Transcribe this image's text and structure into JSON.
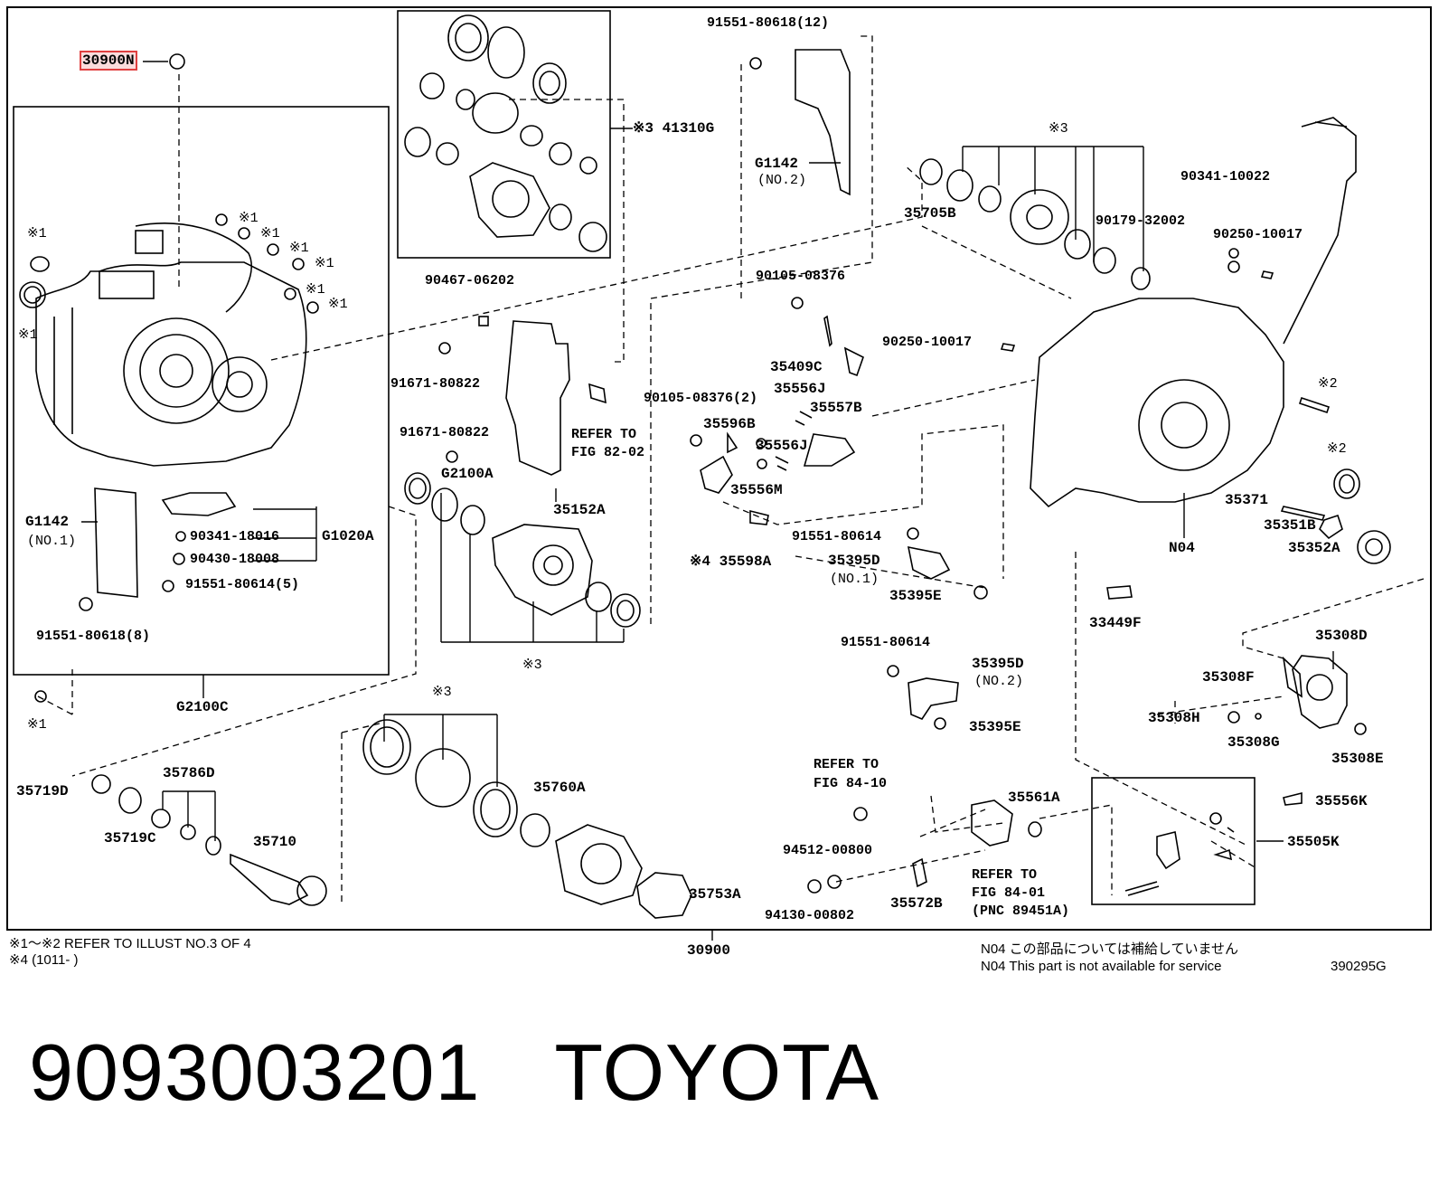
{
  "labels": {
    "l_30900N": "30900N",
    "l_41310G": "※3 41310G",
    "l_91551_80618_12": "91551-80618(12)",
    "l_G1142_top": "G1142",
    "l_G1142_top_no": "(NO.2)",
    "l_ref3_top": "※3",
    "l_90341_10022": "90341-10022",
    "l_35705B": "35705B",
    "l_90179_32002": "90179-32002",
    "l_90250_10017_a": "90250-10017",
    "l_90467_06202": "90467-06202",
    "l_90105_08376": "90105-08376",
    "l_90250_10017_b": "90250-10017",
    "l_35409C": "35409C",
    "l_91671_80822_a": "91671-80822",
    "l_90105_08376_2": "90105-08376(2)",
    "l_35556J_a": "35556J",
    "l_35557B": "35557B",
    "l_ref2_a": "※2",
    "l_35596B": "35596B",
    "l_91671_80822_b": "91671-80822",
    "l_refer_82_02_a": "REFER TO",
    "l_refer_82_02_b": "FIG 82-02",
    "l_35556J_b": "35556J",
    "l_ref2_b": "※2",
    "l_G2100A": "G2100A",
    "l_35556M": "35556M",
    "l_35371": "35371",
    "l_35152A": "35152A",
    "l_35351B": "35351B",
    "l_91551_80614_a": "91551-80614",
    "l_N04": "N04",
    "l_35352A": "35352A",
    "l_35598A": "※4 35598A",
    "l_35395D_1": "35395D",
    "l_35395D_1_no": "(NO.1)",
    "l_35395E_a": "35395E",
    "l_33449F": "33449F",
    "l_35308D": "35308D",
    "l_ref3_diff": "※3",
    "l_91551_80614_b": "91551-80614",
    "l_35395D_2": "35395D",
    "l_35395D_2_no": "(NO.2)",
    "l_35308F": "35308F",
    "l_35308H": "35308H",
    "l_35395E_b": "35395E",
    "l_35308G": "35308G",
    "l_35308E": "35308E",
    "l_ref1_a": "※1",
    "l_ref1_b": "※1",
    "l_ref1_c": "※1",
    "l_ref1_d": "※1",
    "l_ref1_e": "※1",
    "l_ref1_f": "※1",
    "l_ref1_g": "※1",
    "l_ref1_h": "※1",
    "l_ref1_i": "※1",
    "l_G1142_left": "G1142",
    "l_G1142_left_no": "(NO.1)",
    "l_90341_18016": "90341-18016",
    "l_G1020A": "G1020A",
    "l_90430_18008": "90430-18008",
    "l_91551_80614_5": "91551-80614(5)",
    "l_91551_80618_8": "91551-80618(8)",
    "l_G2100C": "G2100C",
    "l_ref3_bearing": "※3",
    "l_35719D": "35719D",
    "l_35786D": "35786D",
    "l_35719C": "35719C",
    "l_35710": "35710",
    "l_35760A": "35760A",
    "l_35753A": "35753A",
    "l_refer_84_10_a": "REFER TO",
    "l_refer_84_10_b": "FIG 84-10",
    "l_35561A": "35561A",
    "l_94512_00800": "94512-00800",
    "l_35572B": "35572B",
    "l_94130_00802": "94130-00802",
    "l_refer_84_01_a": "REFER TO",
    "l_refer_84_01_b": "FIG 84-01",
    "l_refer_84_01_c": "(PNC 89451A)",
    "l_35556K": "35556K",
    "l_35505K": "35505K",
    "l_30900": "30900"
  },
  "notes": {
    "note1": "※1～※2 REFER TO ILLUST NO.3 OF 4",
    "note2": "※4 (1011-        )",
    "n04_jp": "N04  この部品については補給していません",
    "n04_en": "N04  This part is not available for service",
    "fig_id": "390295G"
  },
  "footer": {
    "part_number": "9093003201",
    "brand": "TOYOTA"
  }
}
